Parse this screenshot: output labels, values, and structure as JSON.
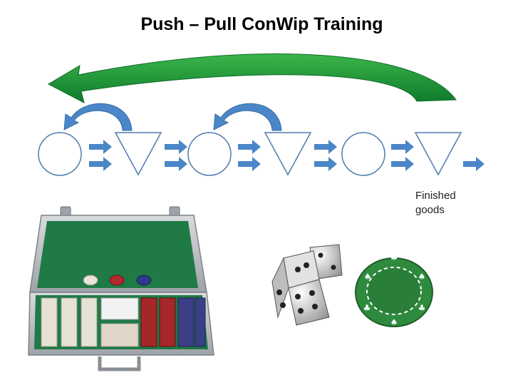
{
  "slide": {
    "title": "Push – Pull ConWip Training"
  },
  "flow": {
    "stages": [
      "circle",
      "triangle",
      "circle",
      "triangle",
      "circle",
      "triangle"
    ],
    "output_label_line1": "Finished",
    "output_label_line2": "goods"
  },
  "colors": {
    "stage_fill": "#ffffff",
    "stage_stroke": "#4f7bb0",
    "flow_arrow": "#4a86c8",
    "conwip_arrow": "#1e9e3a",
    "felt_green": "#1f7a45",
    "case_silver": "#b8bcc0",
    "chip_green": "#2e8b3e"
  },
  "icons": {
    "case": "poker-chip-case-icon",
    "dice": "dice-icon",
    "chip": "poker-chip-icon"
  }
}
